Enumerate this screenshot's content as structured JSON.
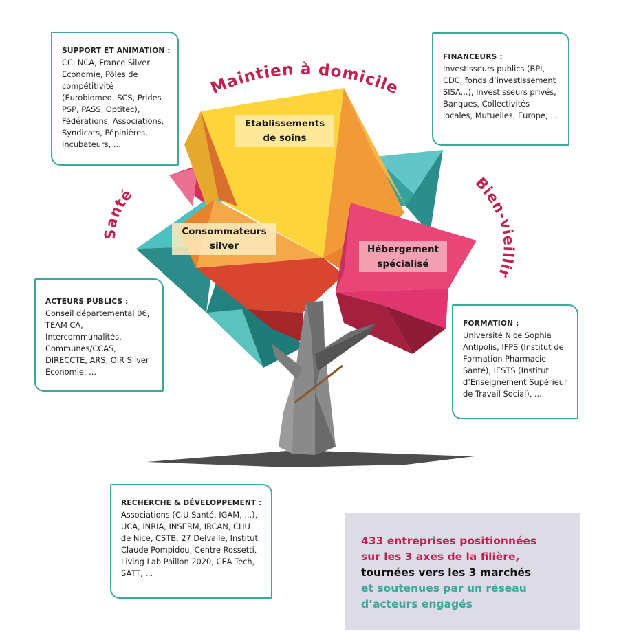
{
  "axes": {
    "top": "Maintien à domicile",
    "left": "Santé",
    "right": "Bien-vieillir"
  },
  "markets": {
    "etablissements": [
      "Etablissements",
      "de soins"
    ],
    "consommateurs": [
      "Consommateurs",
      "silver"
    ],
    "hebergement": [
      "Hébergement",
      "spécialisé"
    ]
  },
  "boxes": {
    "support": {
      "title": "SUPPORT ET ANIMATION :",
      "lines": [
        "CCI NCA, France Silver",
        "Economie, Pôles de",
        "compétitivité",
        "(Eurobiomed, SCS, Prides",
        "PSP, PASS, Optitec),",
        "Fédérations, Associations,",
        "Syndicats, Pépinières,",
        "Incubateurs, ..."
      ]
    },
    "financeurs": {
      "title": "FINANCEURS :",
      "lines": [
        "Investisseurs publics (BPI,",
        "CDC, fonds d’investissement",
        "SISA...), Investisseurs privés,",
        "Banques, Collectivités",
        "locales, Mutuelles, Europe, ..."
      ]
    },
    "acteurs": {
      "title": "ACTEURS PUBLICS :",
      "lines": [
        "Conseil départemental 06,",
        "TEAM CA,",
        "Intercommunalités,",
        "Communes/CCAS,",
        "DIRECCTE, ARS, OIR Silver",
        "Economie, ..."
      ]
    },
    "formation": {
      "title": "FORMATION :",
      "lines": [
        "Université Nice Sophia",
        "Antipolis, IFPS (Institut de",
        "Formation Pharmacie",
        "Santé), IESTS (Institut",
        "d’Enseignement Supérieur",
        "de Travail Social), ..."
      ]
    },
    "recherche": {
      "title": "RECHERCHE & DÉVELOPPEMENT :",
      "lines": [
        "Associations (CIU Santé, IGAM, ...),",
        "UCA, INRIA, INSERM, IRCAN, CHU",
        "de Nice, CSTB, 27 Delvalle, Institut",
        "Claude Pompidou, Centre Rossetti,",
        "Living Lab Paillon 2020, CEA Tech,",
        "SATT, ..."
      ]
    }
  },
  "stat": {
    "line1": "433 entreprises positionnées",
    "line2": "sur les 3 axes de la filière,",
    "line3": "tournées vers les 3 marchés",
    "line4": "et soutenues par un réseau",
    "line5": "d’acteurs engagés"
  },
  "colors": {
    "crimson": "#c2214f",
    "teal": "#3aa99a",
    "yellow": "#fdd53b",
    "orange": "#f29a37",
    "pink": "#e84677",
    "trunk": "#808080"
  }
}
